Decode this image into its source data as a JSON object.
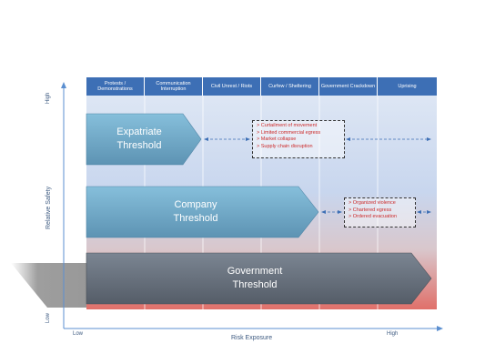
{
  "categories": [
    "Protests / Demonstrations",
    "Communication Interruption",
    "Civil Unrest / Riots",
    "Curfew / Sheltering",
    "Government Crackdown",
    "Uprising"
  ],
  "axes": {
    "y_label": "Relative Safety",
    "y_high": "High",
    "y_low": "Low",
    "x_label": "Risk Exposure",
    "x_low": "Low",
    "x_high": "High"
  },
  "thresholds": {
    "expatriate": {
      "line1": "Expatriate",
      "line2": "Threshold"
    },
    "company": {
      "line1": "Company",
      "line2": "Threshold"
    },
    "government": {
      "line1": "Government",
      "line2": "Threshold"
    }
  },
  "box1": [
    "> Curtailment of movement",
    "> Limited commercial egress",
    "> Market collapse",
    "> Supply chain disruption"
  ],
  "box2": [
    "> Organized violence",
    "> Chartered egress",
    "> Ordered evacuation"
  ],
  "colors": {
    "header": "#3d6fb5",
    "arrow_blue": "#6fa8c7",
    "arrow_grey": "#66707d",
    "accent_red": "#cc2b2b"
  }
}
